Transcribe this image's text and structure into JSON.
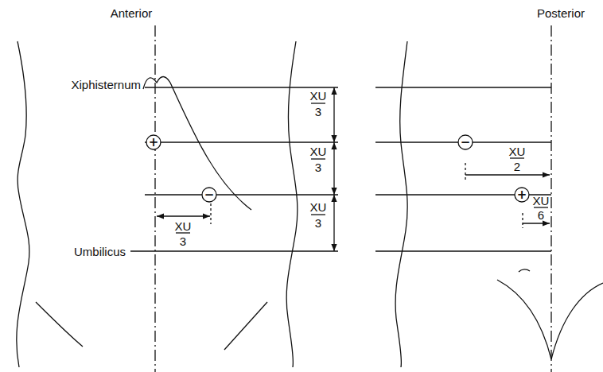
{
  "diagram": {
    "nodes": [
      {
        "text": [
          "+"
        ]
      },
      {
        "text": [
          "−"
        ]
      },
      {
        "text": [
          "−"
        ]
      },
      {
        "text": [
          "+"
        ]
      }
    ],
    "labels": [
      "Anterior",
      "Posterior",
      "Xiphisternum",
      "Umbilicus",
      "XU",
      "3",
      "XU",
      "3",
      "XU",
      "3",
      "XU",
      "3",
      "XU",
      "2",
      "XU",
      "6"
    ]
  }
}
